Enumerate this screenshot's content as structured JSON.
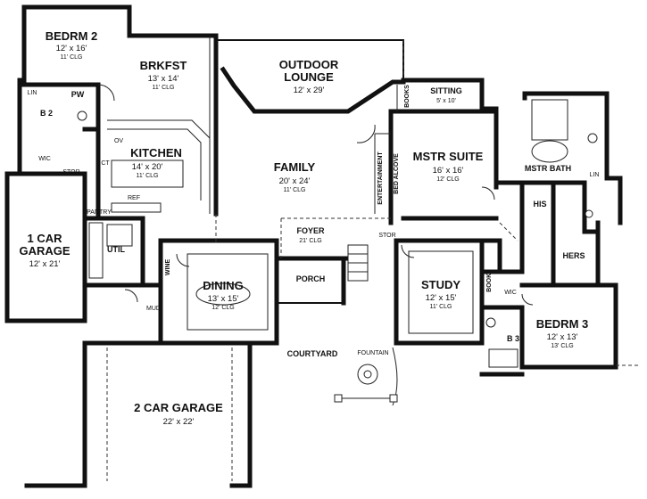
{
  "plan": {
    "rooms": [
      {
        "id": "bedrm2",
        "name": "BEDRM 2",
        "dim": "12' x 16'",
        "clg": "11' CLG"
      },
      {
        "id": "brkfst",
        "name": "BRKFST",
        "dim": "13' x 14'",
        "clg": "11' CLG"
      },
      {
        "id": "outdoor",
        "name": "OUTDOOR",
        "name2": "LOUNGE",
        "dim": "12' x 29'"
      },
      {
        "id": "kitchen",
        "name": "KITCHEN",
        "dim": "14' x 20'",
        "clg": "11' CLG"
      },
      {
        "id": "family",
        "name": "FAMILY",
        "dim": "20' x 24'",
        "clg": "11' CLG"
      },
      {
        "id": "mstr-suite",
        "name": "MSTR SUITE",
        "dim": "16' x 16'",
        "clg": "12' CLG"
      },
      {
        "id": "sitting",
        "name": "SITTING",
        "dim": "5' x 10'"
      },
      {
        "id": "mstr-bath",
        "name": "MSTR BATH"
      },
      {
        "id": "his",
        "name": "HIS"
      },
      {
        "id": "hers",
        "name": "HERS"
      },
      {
        "id": "garage1",
        "name": "1 CAR",
        "name2": "GARAGE",
        "dim": "12' x 21'"
      },
      {
        "id": "util",
        "name": "UTIL"
      },
      {
        "id": "dining",
        "name": "DINING",
        "dim": "13' x 15'",
        "clg": "12' CLG"
      },
      {
        "id": "foyer",
        "name": "FOYER",
        "dim": "21' CLG"
      },
      {
        "id": "porch",
        "name": "PORCH"
      },
      {
        "id": "study",
        "name": "STUDY",
        "dim": "12' x 15'",
        "clg": "11' CLG"
      },
      {
        "id": "bedrm3",
        "name": "BEDRM 3",
        "dim": "12' x 13'",
        "clg": "13' CLG"
      },
      {
        "id": "garage2",
        "name": "2 CAR GARAGE",
        "dim": "22' x 22'"
      }
    ],
    "small": {
      "pw": "PW",
      "lin": "LIN",
      "b2": "B 2",
      "wic": "WIC",
      "stor": "STOR",
      "ct": "CT",
      "ov": "OV",
      "ref": "REF",
      "pantry": "PANTRY",
      "wine": "WINE",
      "mud": "MUD",
      "stor2": "STOR",
      "wic2": "WIC",
      "b3": "B 3",
      "lin2": "LIN",
      "courtyard": "COURTYARD",
      "fountain": "FOUNTAIN"
    },
    "vertical": {
      "books1": "BOOKS",
      "bed_alcove": "BED ALCOVE",
      "entertainment": "ENTERTAINMENT",
      "books2": "BOOKS"
    }
  }
}
